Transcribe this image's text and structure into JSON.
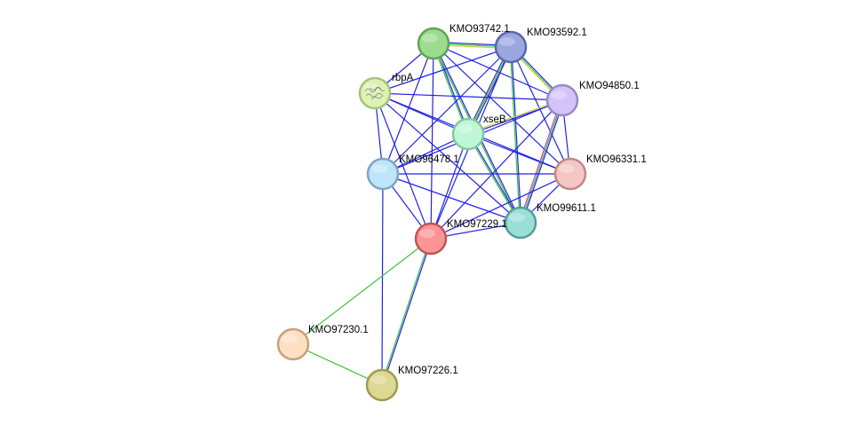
{
  "network": {
    "nodes": [
      {
        "id": "KMO93742.1",
        "label": "KMO93742.1",
        "fill": "#9ddb8f",
        "stroke": "#5da54f",
        "icon": "none"
      },
      {
        "id": "KMO93592.1",
        "label": "KMO93592.1",
        "fill": "#9aa7e0",
        "stroke": "#5a67a8",
        "icon": "none"
      },
      {
        "id": "rbpA",
        "label": "rbpA",
        "fill": "#ddf3b3",
        "stroke": "#a7c37a",
        "icon": "protein-structure-icon"
      },
      {
        "id": "KMO94850.1",
        "label": "KMO94850.1",
        "fill": "#d4c3f8",
        "stroke": "#9b87c7",
        "icon": "none"
      },
      {
        "id": "xseB",
        "label": "xseB",
        "fill": "#bff7d6",
        "stroke": "#84c9a0",
        "icon": "none"
      },
      {
        "id": "KMO96478.1",
        "label": "KMO96478.1",
        "fill": "#bfe5fb",
        "stroke": "#7ea6c4",
        "icon": "none"
      },
      {
        "id": "KMO96331.1",
        "label": "KMO96331.1",
        "fill": "#f5c6c6",
        "stroke": "#c58686",
        "icon": "none"
      },
      {
        "id": "KMO99611.1",
        "label": "KMO99611.1",
        "fill": "#9adfd8",
        "stroke": "#559e96",
        "icon": "none"
      },
      {
        "id": "KMO97229.1",
        "label": "KMO97229.1",
        "fill": "#fb9595",
        "stroke": "#c05555",
        "icon": "none"
      },
      {
        "id": "KMO97230.1",
        "label": "KMO97230.1",
        "fill": "#fde0c1",
        "stroke": "#c7a07d",
        "icon": "none"
      },
      {
        "id": "KMO97226.1",
        "label": "KMO97226.1",
        "fill": "#ddd893",
        "stroke": "#a09a4f",
        "icon": "none"
      }
    ],
    "edge_colors": {
      "blue": "#2323e6",
      "green": "#3cc33c",
      "yellow": "#d3d340",
      "magenta": "#d040d0",
      "navy": "#3a3a9a"
    },
    "edges": [
      {
        "source": "KMO93742.1",
        "target": "KMO93592.1",
        "channels": [
          "blue",
          "green",
          "yellow"
        ]
      },
      {
        "source": "KMO93742.1",
        "target": "rbpA",
        "channels": [
          "blue"
        ]
      },
      {
        "source": "KMO93742.1",
        "target": "KMO94850.1",
        "channels": [
          "blue"
        ]
      },
      {
        "source": "KMO93742.1",
        "target": "xseB",
        "channels": [
          "blue",
          "green"
        ]
      },
      {
        "source": "KMO93742.1",
        "target": "KMO96478.1",
        "channels": [
          "blue"
        ]
      },
      {
        "source": "KMO93742.1",
        "target": "KMO96331.1",
        "channels": [
          "blue"
        ]
      },
      {
        "source": "KMO93742.1",
        "target": "KMO99611.1",
        "channels": [
          "blue",
          "green"
        ]
      },
      {
        "source": "KMO93742.1",
        "target": "KMO97229.1",
        "channels": [
          "blue"
        ]
      },
      {
        "source": "KMO93592.1",
        "target": "rbpA",
        "channels": [
          "blue"
        ]
      },
      {
        "source": "KMO93592.1",
        "target": "KMO94850.1",
        "channels": [
          "blue",
          "green",
          "yellow"
        ]
      },
      {
        "source": "KMO93592.1",
        "target": "xseB",
        "channels": [
          "blue",
          "green",
          "navy"
        ]
      },
      {
        "source": "KMO93592.1",
        "target": "KMO96478.1",
        "channels": [
          "blue"
        ]
      },
      {
        "source": "KMO93592.1",
        "target": "KMO96331.1",
        "channels": [
          "blue"
        ]
      },
      {
        "source": "KMO93592.1",
        "target": "KMO99611.1",
        "channels": [
          "blue",
          "green"
        ]
      },
      {
        "source": "KMO93592.1",
        "target": "KMO97229.1",
        "channels": [
          "blue"
        ]
      },
      {
        "source": "rbpA",
        "target": "KMO94850.1",
        "channels": [
          "blue"
        ]
      },
      {
        "source": "rbpA",
        "target": "xseB",
        "channels": [
          "blue"
        ]
      },
      {
        "source": "rbpA",
        "target": "KMO96478.1",
        "channels": [
          "blue"
        ]
      },
      {
        "source": "rbpA",
        "target": "KMO96331.1",
        "channels": [
          "blue"
        ]
      },
      {
        "source": "rbpA",
        "target": "KMO99611.1",
        "channels": [
          "blue"
        ]
      },
      {
        "source": "rbpA",
        "target": "KMO97229.1",
        "channels": [
          "blue"
        ]
      },
      {
        "source": "KMO94850.1",
        "target": "xseB",
        "channels": [
          "blue",
          "yellow"
        ]
      },
      {
        "source": "KMO94850.1",
        "target": "KMO96478.1",
        "channels": [
          "blue"
        ]
      },
      {
        "source": "KMO94850.1",
        "target": "KMO96331.1",
        "channels": [
          "blue"
        ]
      },
      {
        "source": "KMO94850.1",
        "target": "KMO99611.1",
        "channels": [
          "blue",
          "green",
          "magenta"
        ]
      },
      {
        "source": "KMO94850.1",
        "target": "KMO97229.1",
        "channels": [
          "blue"
        ]
      },
      {
        "source": "xseB",
        "target": "KMO96478.1",
        "channels": [
          "blue"
        ]
      },
      {
        "source": "xseB",
        "target": "KMO96331.1",
        "channels": [
          "blue"
        ]
      },
      {
        "source": "xseB",
        "target": "KMO99611.1",
        "channels": [
          "blue",
          "green"
        ]
      },
      {
        "source": "xseB",
        "target": "KMO97229.1",
        "channels": [
          "blue"
        ]
      },
      {
        "source": "KMO96478.1",
        "target": "KMO96331.1",
        "channels": [
          "blue"
        ]
      },
      {
        "source": "KMO96478.1",
        "target": "KMO99611.1",
        "channels": [
          "blue"
        ]
      },
      {
        "source": "KMO96478.1",
        "target": "KMO97229.1",
        "channels": [
          "blue"
        ]
      },
      {
        "source": "KMO96478.1",
        "target": "KMO97226.1",
        "channels": [
          "blue"
        ]
      },
      {
        "source": "KMO96331.1",
        "target": "KMO99611.1",
        "channels": [
          "blue"
        ]
      },
      {
        "source": "KMO96331.1",
        "target": "KMO97229.1",
        "channels": [
          "blue"
        ]
      },
      {
        "source": "KMO99611.1",
        "target": "KMO97229.1",
        "channels": [
          "blue"
        ]
      },
      {
        "source": "KMO97229.1",
        "target": "KMO97230.1",
        "channels": [
          "green"
        ]
      },
      {
        "source": "KMO97229.1",
        "target": "KMO97226.1",
        "channels": [
          "blue",
          "green"
        ]
      },
      {
        "source": "KMO97230.1",
        "target": "KMO97226.1",
        "channels": [
          "green"
        ]
      }
    ]
  }
}
